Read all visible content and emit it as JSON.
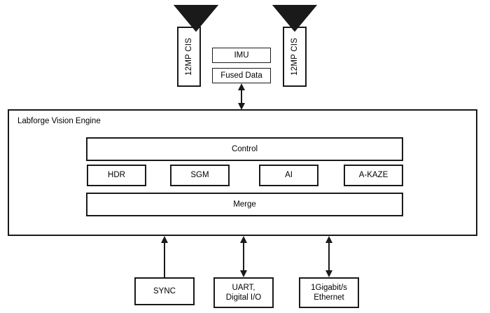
{
  "diagram": {
    "title": "Labforge Vision Engine block diagram",
    "colors": {
      "stroke": "#1a1a1a",
      "fill": "#ffffff",
      "text": "#000000"
    },
    "sensors": [
      {
        "label": "12MP CIS",
        "icon": "camera-lens-triangle-icon",
        "position": "left"
      },
      {
        "label": "12MP CIS",
        "icon": "camera-lens-triangle-icon",
        "position": "right"
      }
    ],
    "sensor_data_boxes": [
      {
        "label": "IMU"
      },
      {
        "label": "Fused Data"
      }
    ],
    "engine": {
      "title": "Labforge Vision Engine",
      "control": {
        "label": "Control"
      },
      "modules": [
        {
          "label": "HDR"
        },
        {
          "label": "SGM"
        },
        {
          "label": "AI"
        },
        {
          "label": "A-KAZE"
        }
      ],
      "merge": {
        "label": "Merge"
      }
    },
    "interfaces": [
      {
        "label": "SYNC",
        "lines": [
          "SYNC"
        ],
        "arrow": "single-up"
      },
      {
        "label": "UART, Digital I/O",
        "lines": [
          "UART,",
          "Digital I/O"
        ],
        "arrow": "double"
      },
      {
        "label": "1Gigabit/s Ethernet",
        "lines": [
          "1Gigabit/s",
          "Ethernet"
        ],
        "arrow": "double"
      }
    ],
    "connectors": [
      {
        "name": "fused-data-to-engine",
        "arrow": "double"
      },
      {
        "name": "engine-to-sync",
        "arrow": "single-up"
      },
      {
        "name": "engine-to-uart",
        "arrow": "double"
      },
      {
        "name": "engine-to-ethernet",
        "arrow": "double"
      }
    ]
  }
}
